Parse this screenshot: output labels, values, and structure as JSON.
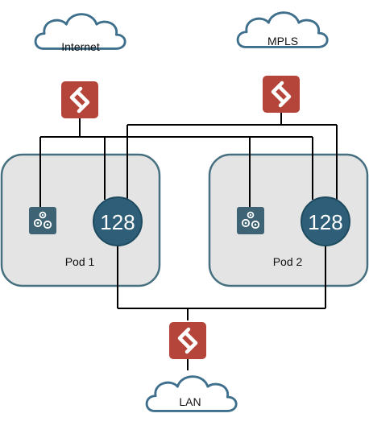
{
  "clouds": {
    "internet": "Internet",
    "mpls": "MPLS",
    "lan": "LAN"
  },
  "pods": {
    "pod1": {
      "label": "Pod 1",
      "router": "128"
    },
    "pod2": {
      "label": "Pod 2",
      "router": "128"
    }
  },
  "icons": {
    "gateway": "router-arrows-icon",
    "server": "gears-icon"
  },
  "colors": {
    "cloud_stroke": "#3e6f8c",
    "gateway": "#b5453a",
    "router": "#2f5f78",
    "server": "#3d6374",
    "pod_fill": "#e4e4e4",
    "pod_stroke": "#46707f"
  }
}
